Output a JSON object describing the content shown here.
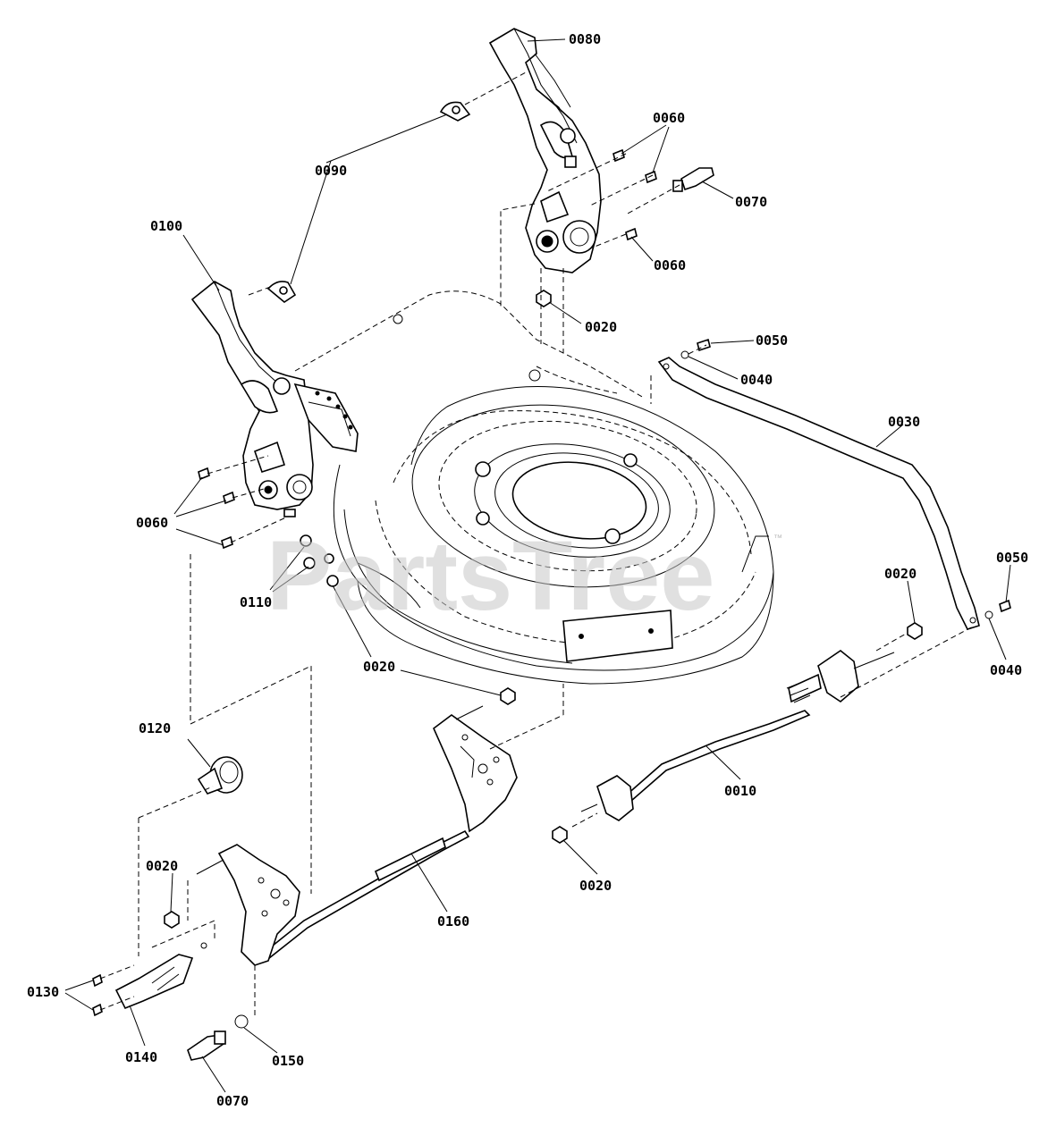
{
  "watermark": {
    "text": "PartsTree",
    "mark": "™"
  },
  "labels": {
    "l0080": "0080",
    "l0090": "0090",
    "l0060a": "0060",
    "l0070a": "0070",
    "l0060b": "0060",
    "l0100": "0100",
    "l0020a": "0020",
    "l0050a": "0050",
    "l0040a": "0040",
    "l0030": "0030",
    "l0060c": "0060",
    "l0110": "0110",
    "l0020b": "0020",
    "l0050b": "0050",
    "l0040b": "0040",
    "l0020c": "0020",
    "l0120": "0120",
    "l0010": "0010",
    "l0020d": "0020",
    "l0020e": "0020",
    "l0160": "0160",
    "l0130": "0130",
    "l0140": "0140",
    "l0150": "0150",
    "l0070b": "0070"
  },
  "colors": {
    "line": "#000000",
    "watermark": "#c8c8c8",
    "background": "#ffffff"
  }
}
